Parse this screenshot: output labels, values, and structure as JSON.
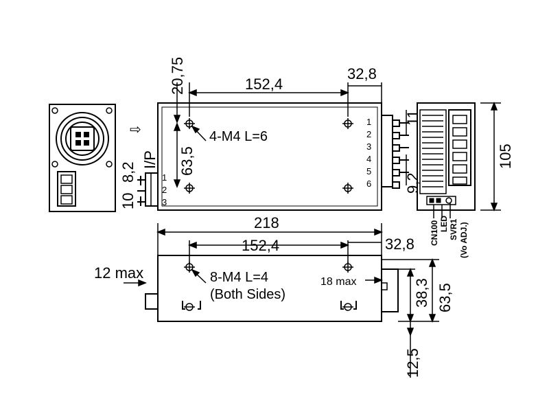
{
  "dims": {
    "top_offset": "20,75",
    "top_span": "152,4",
    "top_right": "32,8",
    "front_height": "63,5",
    "pin_pitch_a": "11",
    "pin_pitch_b": "9,2",
    "side_height": "105",
    "ip_top": "8,2",
    "ip_bottom": "10",
    "bottom_total": "218",
    "bottom_span": "152,4",
    "bottom_right": "32,8",
    "connector_max": "12 max",
    "terminal_max": "18 max",
    "side_inner": "38,3",
    "side_outer": "63,5",
    "bottom_offset": "12,5"
  },
  "labels": {
    "top_screw": "4-M4 L=6",
    "bottom_screw": "8-M4 L=4",
    "bottom_screw_note": "(Both Sides)",
    "ip": "I/P",
    "arrow": "⇨",
    "cn100": "CN100",
    "led": "LED",
    "svr1": "SVR1",
    "vo_adj": "(Vo ADJ.)"
  },
  "output_pins": [
    "1",
    "2",
    "3",
    "4",
    "5",
    "6"
  ],
  "input_pins": [
    "1",
    "2",
    "3"
  ]
}
